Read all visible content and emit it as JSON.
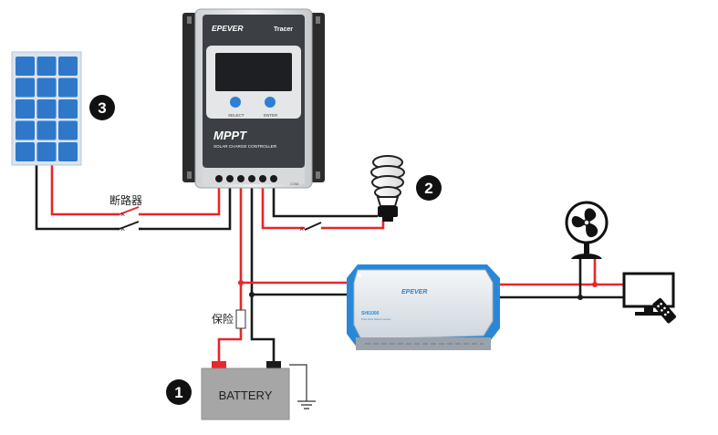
{
  "controller": {
    "brand": "EPEVER",
    "model": "Tracer",
    "tech": "MPPT",
    "subtitle": "SOLAR CHARGE CONTROLLER",
    "btn_select": "SELECT",
    "btn_enter": "ENTER",
    "com_label": "COM"
  },
  "inverter": {
    "brand": "EPEVER",
    "model": "SHI1000",
    "subtitle": "Pure Sine Wave Inverter"
  },
  "battery": {
    "label": "BATTERY"
  },
  "labels": {
    "breaker": "断路器",
    "fuse": "保险"
  },
  "badges": {
    "battery_num": "1",
    "lamp_num": "2",
    "panel_num": "3"
  },
  "colors": {
    "positive_wire": "#e8262b",
    "negative_wire": "#1a1a1a",
    "panel_cell": "#2f78c9",
    "inverter_blue": "#2a87d6"
  },
  "icons": [
    "solar-panel-icon",
    "lamp-bulb-icon",
    "fan-icon",
    "tv-icon",
    "ground-icon"
  ]
}
